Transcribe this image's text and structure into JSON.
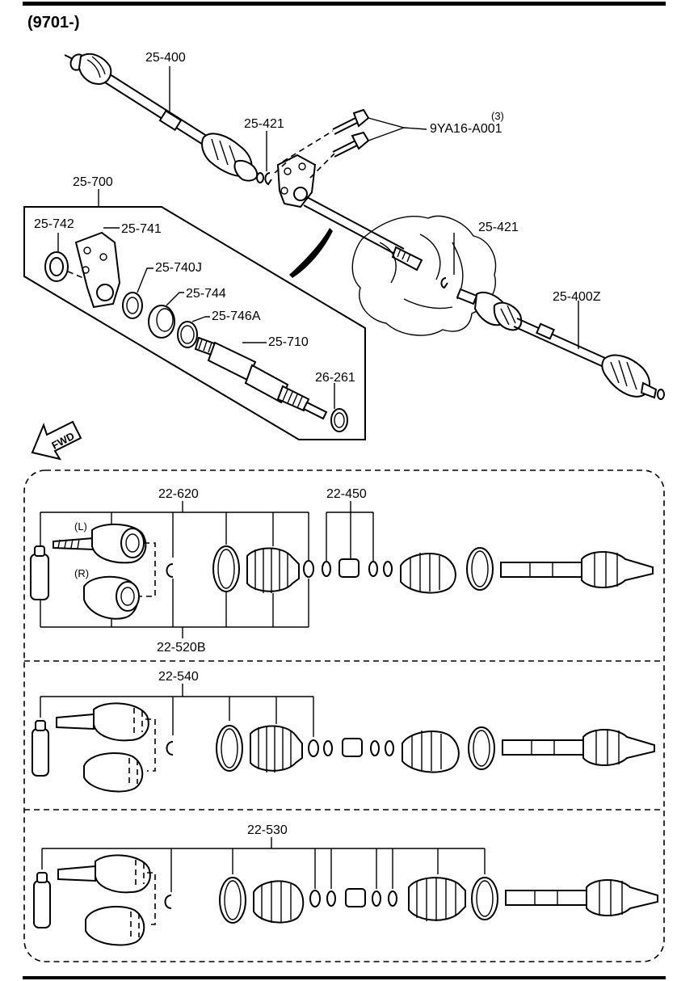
{
  "header": {
    "code": "(9701-)"
  },
  "callouts": {
    "shaft_left": "25-400",
    "clip_upper": "25-421",
    "bolt": "9YA16-A001",
    "bolt_qty": "(3)",
    "clip_right": "25-421",
    "shaft_right": "25-400Z",
    "joint_shaft_assy": "25-700",
    "dust_seal": "25-742",
    "bracket": "25-741",
    "oil_seal": "25-740J",
    "bearing": "25-744",
    "snap_ring": "25-746A",
    "joint_shaft": "25-710",
    "seal_26": "26-261"
  },
  "fwd_label": "FWD",
  "kits": {
    "row1_top": "22-620",
    "row1_mid": "22-450",
    "row1_bottom": "22-520B",
    "row1_L": "(L)",
    "row1_R": "(R)",
    "row2_top": "22-540",
    "row3_top": "22-530"
  }
}
